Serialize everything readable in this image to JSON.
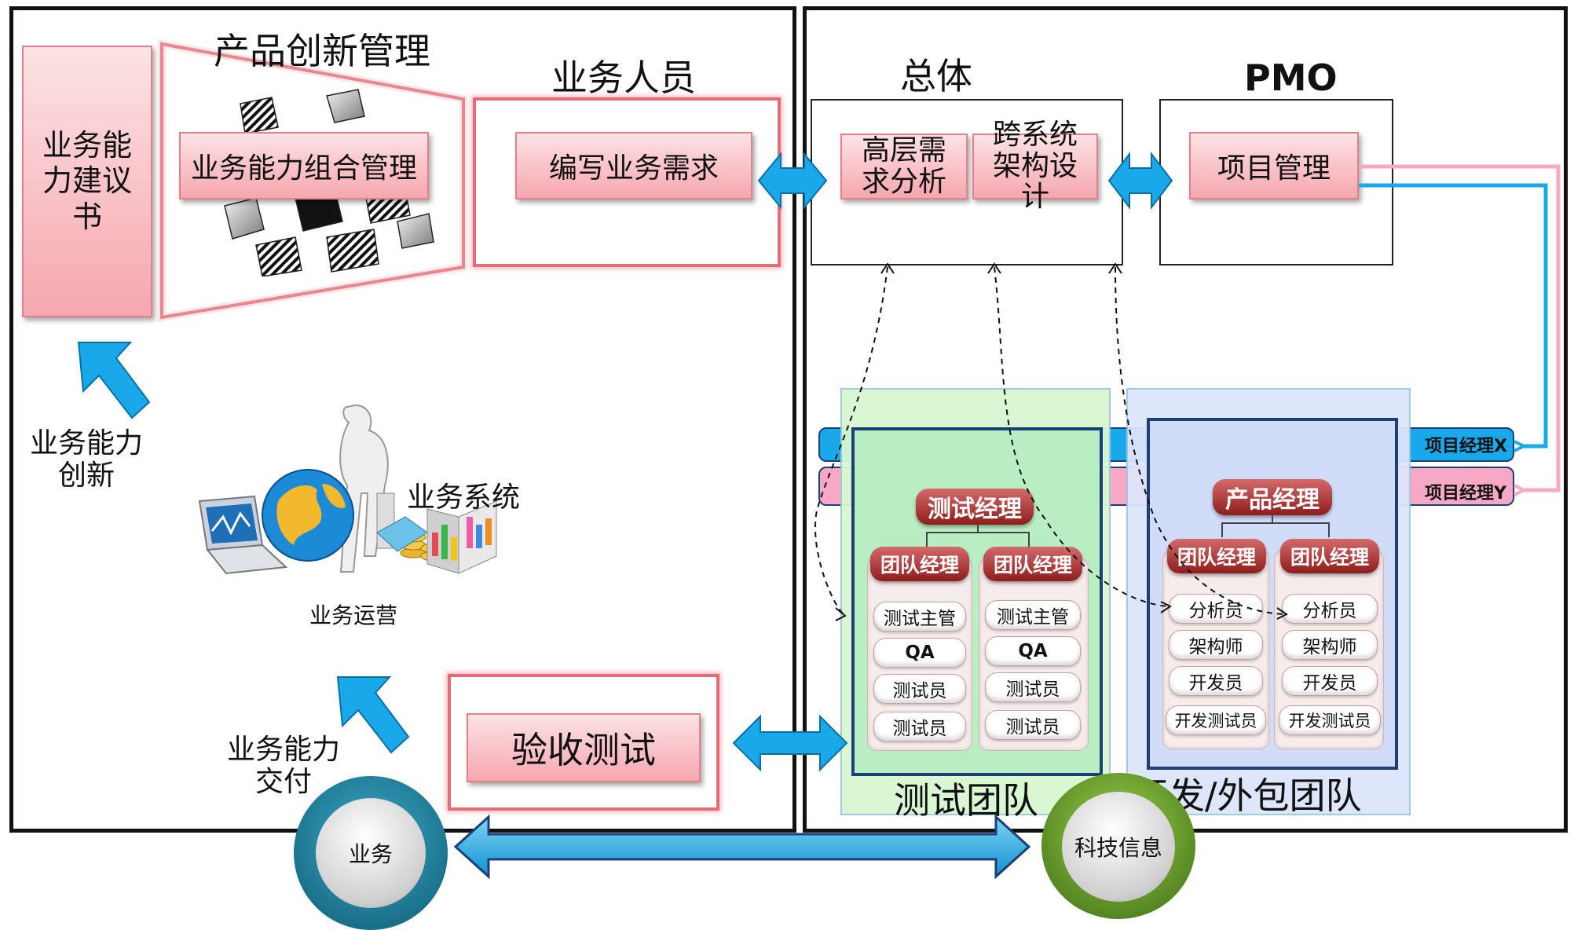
{
  "left": {
    "product_innovation_mgmt": "产品创新管理",
    "capability_proposal": "业务能力建议书",
    "portfolio_mgmt": "业务能力组合管理",
    "business_people": "业务人员",
    "write_requirements": "编写业务需求",
    "capability_innovation": "业务能力创新",
    "business_system": "业务系统",
    "business_operation": "业务运营",
    "acceptance_test": "验收测试",
    "capability_delivery": "业务能力交付"
  },
  "right": {
    "overall": "总体",
    "pmo": "PMO",
    "high_level_analysis": "高层需求分析",
    "cross_system_arch": "跨系统架构设计",
    "project_mgmt": "项目管理",
    "pm_x": "项目经理X",
    "pm_y": "项目经理Y",
    "test_team": {
      "title": "测试团队",
      "manager": "测试经理",
      "columns": [
        {
          "head": "团队经理",
          "roles": [
            "测试主管",
            "QA",
            "测试员",
            "测试员"
          ]
        },
        {
          "head": "团队经理",
          "roles": [
            "测试主管",
            "QA",
            "测试员",
            "测试员"
          ]
        }
      ]
    },
    "dev_team": {
      "title": "开发/外包团队",
      "manager": "产品经理",
      "columns": [
        {
          "head": "团队经理",
          "roles": [
            "分析员",
            "架构师",
            "开发员",
            "开发测试员"
          ]
        },
        {
          "head": "团队经理",
          "roles": [
            "分析员",
            "架构师",
            "开发员",
            "开发测试员"
          ]
        }
      ]
    }
  },
  "bottom": {
    "business": "业务",
    "tech": "科技信息"
  },
  "colors": {
    "accent_blue": "#19a9ea",
    "pink": "#f7a8c4",
    "test_green": "#d8f7d0",
    "dev_blue": "#dde5fb",
    "frame_navy": "#1c3f78"
  }
}
